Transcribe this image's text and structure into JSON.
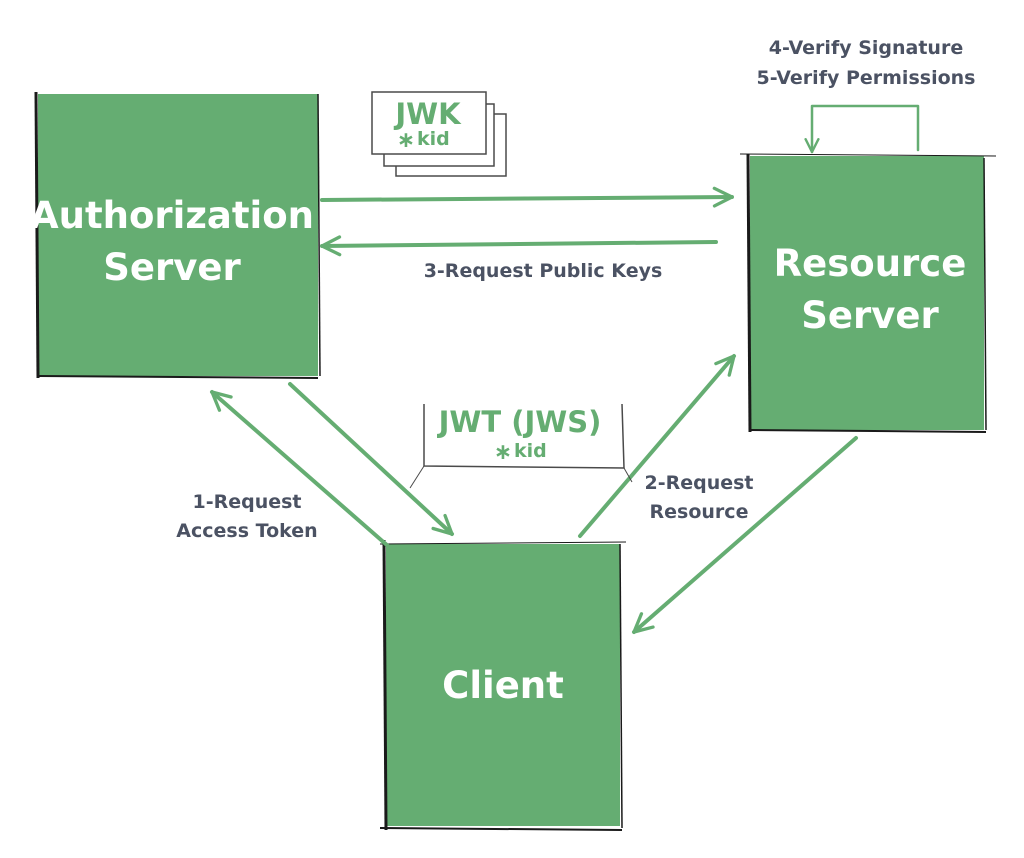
{
  "colors": {
    "node_fill": "#65ad72",
    "node_text": "#ffffff",
    "arrow": "#65ad72",
    "label_text": "#4b5263",
    "token_text": "#65ad72"
  },
  "nodes": {
    "authorization_server": {
      "line1": "Authorization",
      "line2": "Server"
    },
    "resource_server": {
      "line1": "Resource",
      "line2": "Server"
    },
    "client": {
      "label": "Client"
    }
  },
  "tokens": {
    "jwk": {
      "title": "JWK",
      "kid": "kid"
    },
    "jwt": {
      "title": "JWT (JWS)",
      "kid": "kid"
    }
  },
  "edge_labels": {
    "request_access_token": {
      "line1": "1-Request",
      "line2": "Access Token"
    },
    "request_resource": {
      "line1": "2-Request",
      "line2": "Resource"
    },
    "request_public_keys": "3-Request Public Keys",
    "verify_signature": "4-Verify Signature",
    "verify_permissions": "5-Verify Permissions"
  }
}
